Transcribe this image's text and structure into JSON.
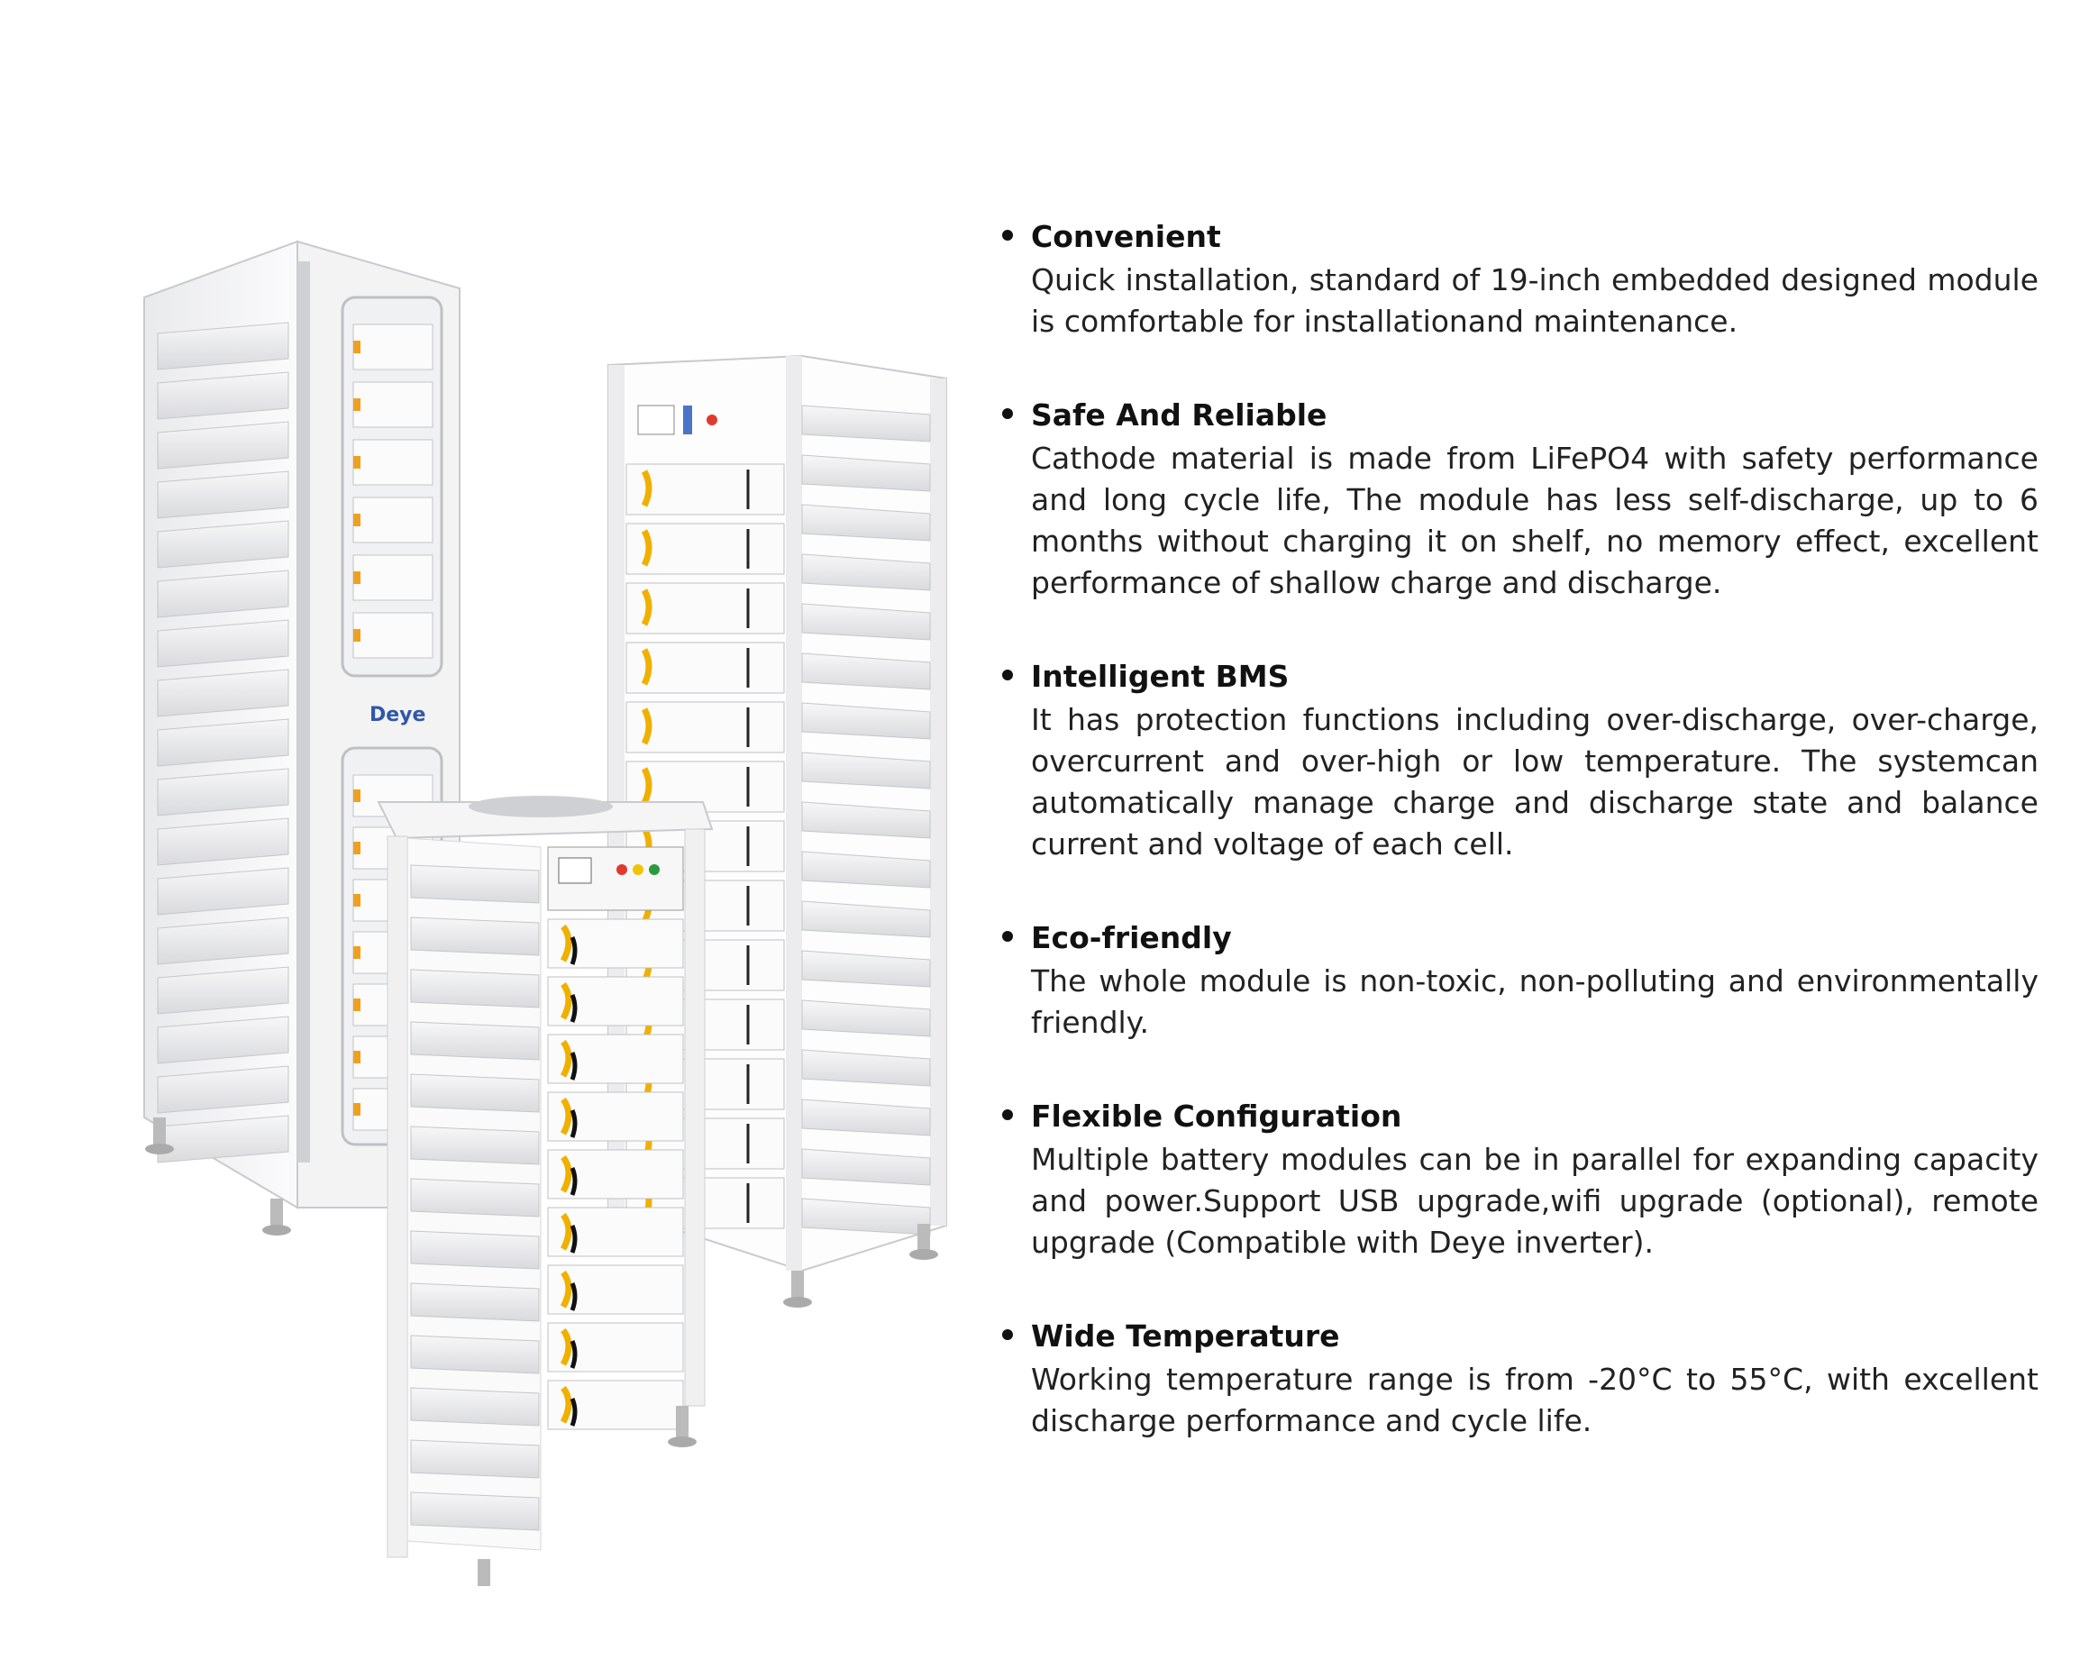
{
  "illustration": {
    "brand_label": "Deye"
  },
  "features": [
    {
      "title": "Convenient",
      "description": "Quick installation, standard of 19-inch embedded designed module is comfortable for installationand maintenance."
    },
    {
      "title": "Safe And Reliable",
      "description": "Cathode material is made from LiFePO4 with safety performance and long cycle life, The module has less self-discharge, up to 6 months without charging it on shelf, no memory effect, excellent performance of shallow charge and discharge."
    },
    {
      "title": "Intelligent BMS",
      "description": "It has protection functions including over-discharge, over-charge, overcurrent and over-high or low temperature. The systemcan automatically manage charge and discharge state and balance current and voltage of each cell."
    },
    {
      "title": "Eco-friendly",
      "description": "The whole module is non-toxic, non-polluting and environmentally friendly."
    },
    {
      "title": "Flexible Configuration",
      "description": "Multiple battery modules can be in parallel for expanding capacity and power.Support USB upgrade,wifi upgrade (optional), remote upgrade (Compatible with Deye inverter)."
    },
    {
      "title": "Wide Temperature",
      "description": "Working temperature range is from -20°C to 55°C, with excellent discharge performance and cycle life."
    }
  ]
}
